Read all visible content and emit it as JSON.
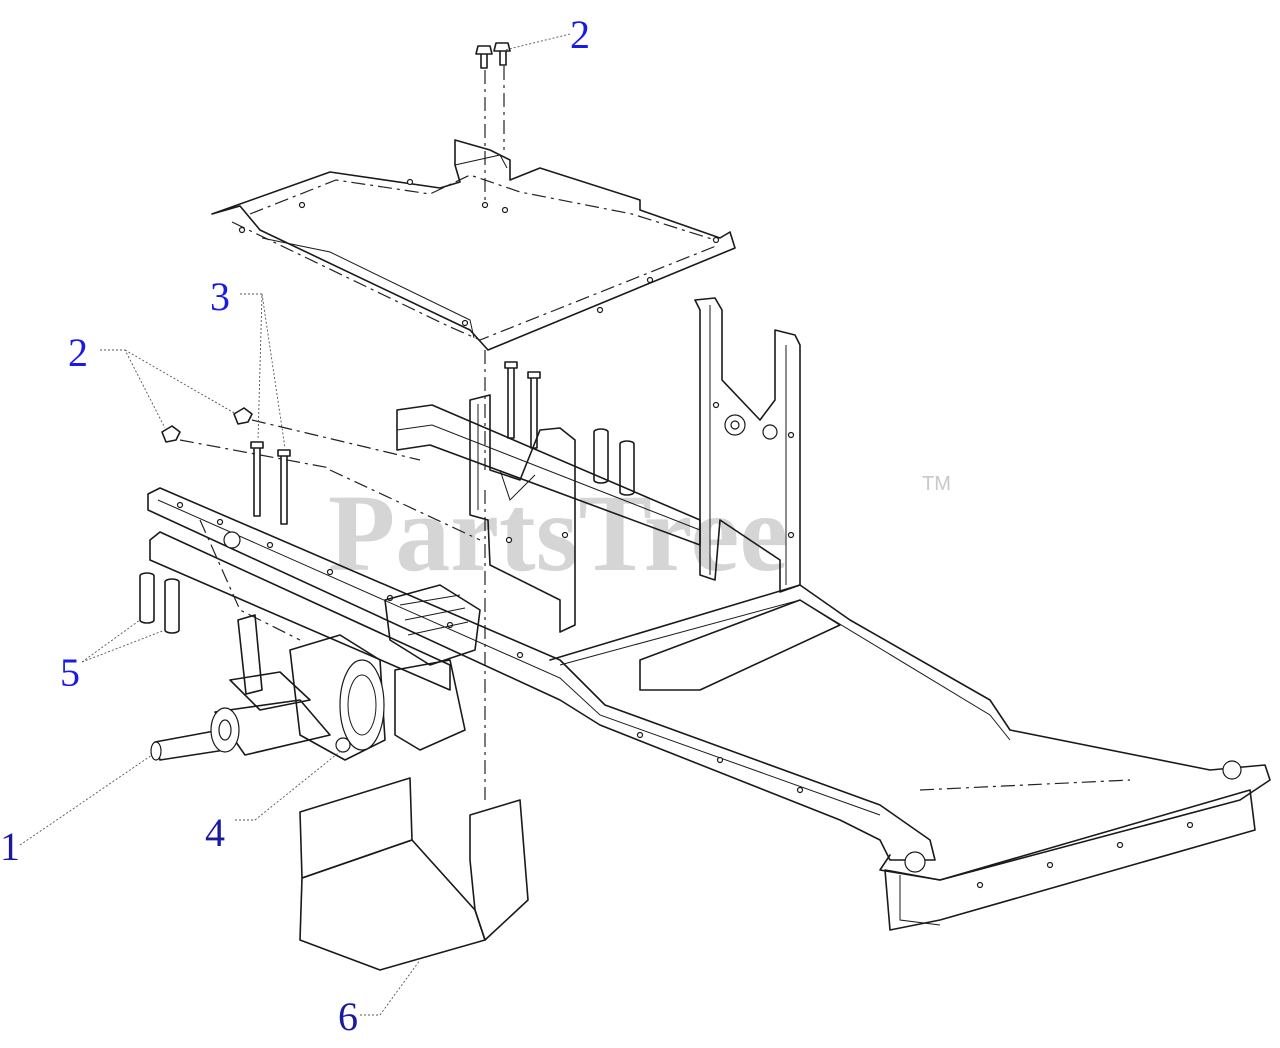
{
  "watermark": {
    "text": "PartsTree",
    "trademark": "TM"
  },
  "callouts": [
    {
      "id": "c1",
      "label": "1",
      "color": "#1a1aa0"
    },
    {
      "id": "c2-top",
      "label": "2",
      "color": "#1a1ae6"
    },
    {
      "id": "c2-left",
      "label": "2",
      "color": "#1a1ae6"
    },
    {
      "id": "c3",
      "label": "3",
      "color": "#1a1ae6"
    },
    {
      "id": "c4",
      "label": "4",
      "color": "#1a1aa0"
    },
    {
      "id": "c5",
      "label": "5",
      "color": "#1a1ae6"
    },
    {
      "id": "c6",
      "label": "6",
      "color": "#1a1aa0"
    }
  ]
}
